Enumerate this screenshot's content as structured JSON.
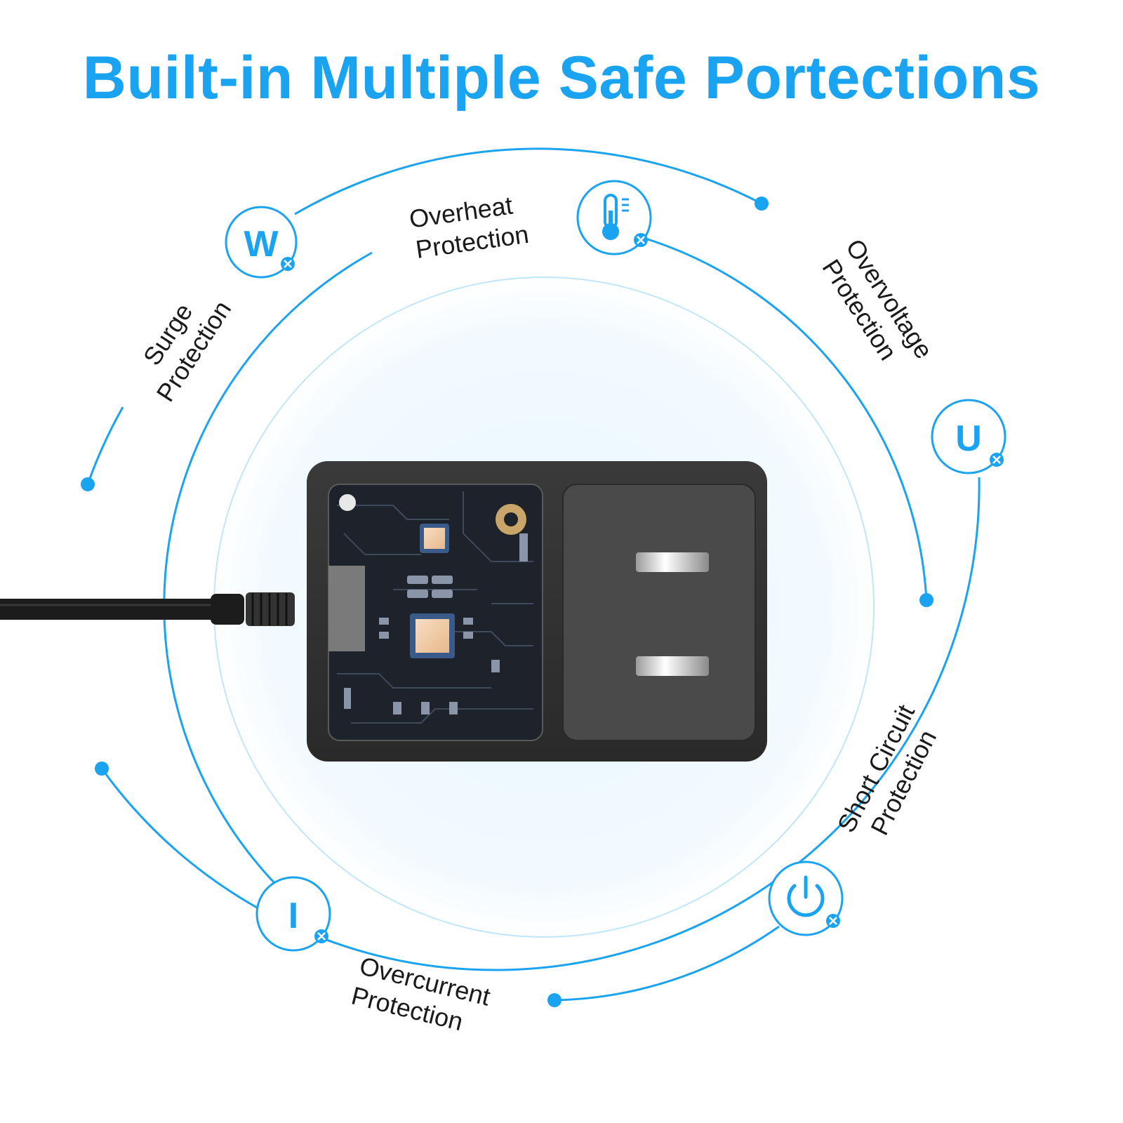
{
  "title": "Built-in Multiple Safe Portections",
  "accent_color": "#1aa3f0",
  "features": [
    {
      "line1": "Surge",
      "line2": "Protection",
      "icon": "surge-w-icon",
      "icon_text": "W"
    },
    {
      "line1": "Overheat",
      "line2": "Protection",
      "icon": "thermometer-icon"
    },
    {
      "line1": "Overvoltage",
      "line2": "Protection",
      "icon": "voltage-u-icon",
      "icon_text": "U"
    },
    {
      "line1": "Short Circuit",
      "line2": "Protection",
      "icon": "power-icon"
    },
    {
      "line1": "Overcurrent",
      "line2": "Protection",
      "icon": "current-i-icon",
      "icon_text": "I"
    }
  ],
  "product": "ac-power-adapter-image"
}
